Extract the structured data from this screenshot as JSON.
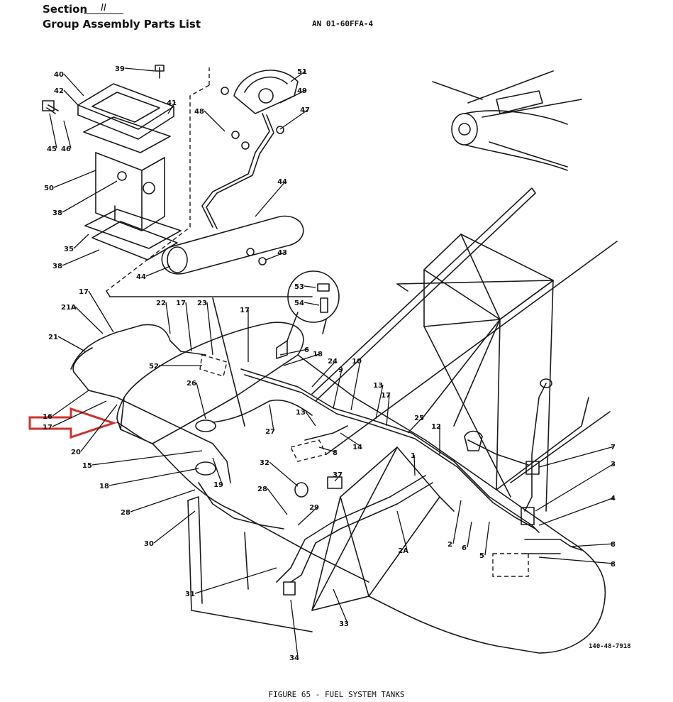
{
  "header": {
    "section_label": "Section",
    "section_value": "II",
    "title": "Group Assembly Parts List",
    "doc_number": "AN 01-60FFA-4"
  },
  "figure": {
    "caption": "FIGURE 65 - FUEL SYSTEM TANKS",
    "code": "140-48-7918"
  },
  "callouts": [
    {
      "label": "39"
    },
    {
      "label": "40"
    },
    {
      "label": "42"
    },
    {
      "label": "41"
    },
    {
      "label": "45"
    },
    {
      "label": "46"
    },
    {
      "label": "50"
    },
    {
      "label": "38"
    },
    {
      "label": "35"
    },
    {
      "label": "38"
    },
    {
      "label": "51"
    },
    {
      "label": "49"
    },
    {
      "label": "48"
    },
    {
      "label": "47"
    },
    {
      "label": "44"
    },
    {
      "label": "44"
    },
    {
      "label": "43"
    },
    {
      "label": "53"
    },
    {
      "label": "54"
    },
    {
      "label": "17"
    },
    {
      "label": "21A"
    },
    {
      "label": "21"
    },
    {
      "label": "22"
    },
    {
      "label": "17"
    },
    {
      "label": "23"
    },
    {
      "label": "17"
    },
    {
      "label": "6"
    },
    {
      "label": "18"
    },
    {
      "label": "52"
    },
    {
      "label": "26"
    },
    {
      "label": "24"
    },
    {
      "label": "9"
    },
    {
      "label": "10"
    },
    {
      "label": "13"
    },
    {
      "label": "17"
    },
    {
      "label": "16"
    },
    {
      "label": "17"
    },
    {
      "label": "20"
    },
    {
      "label": "27"
    },
    {
      "label": "13"
    },
    {
      "label": "8"
    },
    {
      "label": "14"
    },
    {
      "label": "25"
    },
    {
      "label": "12"
    },
    {
      "label": "15"
    },
    {
      "label": "19"
    },
    {
      "label": "18"
    },
    {
      "label": "32"
    },
    {
      "label": "37"
    },
    {
      "label": "1"
    },
    {
      "label": "7"
    },
    {
      "label": "3"
    },
    {
      "label": "28"
    },
    {
      "label": "28"
    },
    {
      "label": "29"
    },
    {
      "label": "2A"
    },
    {
      "label": "30"
    },
    {
      "label": "2"
    },
    {
      "label": "6"
    },
    {
      "label": "5"
    },
    {
      "label": "4"
    },
    {
      "label": "8"
    },
    {
      "label": "8"
    },
    {
      "label": "31"
    },
    {
      "label": "33"
    },
    {
      "label": "34"
    }
  ],
  "colors": {
    "ink": "#1a1a1a",
    "arrow": "#d0312d",
    "paper": "#ffffff"
  }
}
